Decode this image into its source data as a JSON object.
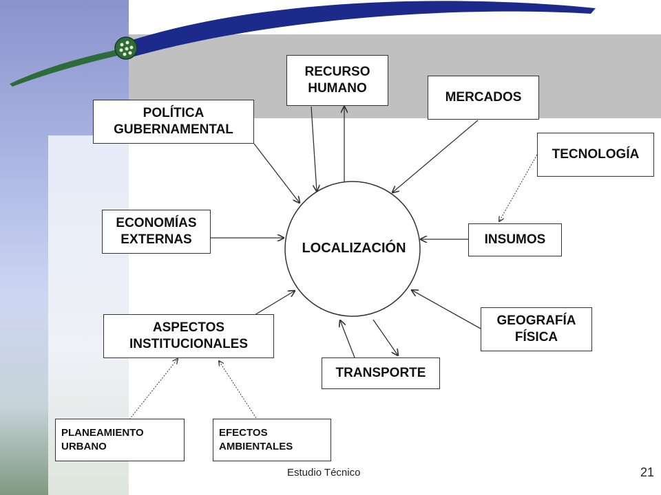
{
  "nodes": {
    "center": "LOCALIZACIÓN",
    "recurso_humano": "RECURSO\nHUMANO",
    "mercados": "MERCADOS",
    "politica": "POLÍTICA\nGUBERNAMENTAL",
    "tecnologia": "TECNOLOGÍA",
    "economias": "ECONOMÍAS\nEXTERNAS",
    "insumos": "INSUMOS",
    "aspectos": "ASPECTOS\nINSTITUCIONALES",
    "geografia": "GEOGRAFÍA\nFÍSICA",
    "transporte": "TRANSPORTE",
    "planeamiento": "PLANEAMIENTO\nURBANO",
    "efectos": "EFECTOS\nAMBIENTALES"
  },
  "footer": {
    "text": "Estudio Técnico",
    "page": "21"
  },
  "colors": {
    "band": "#c0c0c0",
    "swoosh": "#1c2a8c",
    "swoosh_green": "#2e6b3a",
    "line": "#333333"
  },
  "icons": [
    "globe-bullet-icon"
  ]
}
